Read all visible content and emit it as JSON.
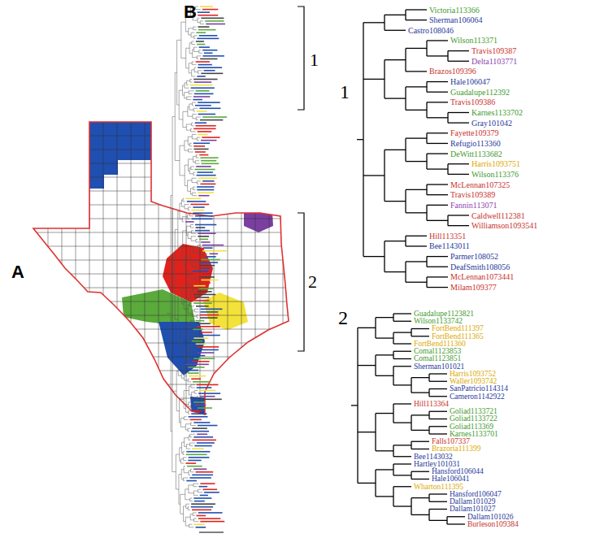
{
  "diagram": {
    "labels": [
      "A",
      "B",
      "1",
      "2",
      "1",
      "2",
      "Victoria113366",
      "Sherman106064",
      "Castro108046",
      "Wilson113371",
      "Travis109387",
      "Delta1103771",
      "Brazos109396",
      "Hale106047",
      "Guadalupe112392",
      "Travis109386",
      "Karnes1133702",
      "Gray101042",
      "Fayette109379",
      "Refugio113360",
      "DeWitt1133682",
      "Harris1093751",
      "Wilson113376",
      "McLennan107325",
      "Travis109389",
      "Fannin113071",
      "Caldwell112381",
      "Williamson1093541",
      "Hill113351",
      "Bee1143011",
      "Parmer108052",
      "DeafSmith108056",
      "McLennan1073441",
      "Milam109377",
      "Guadalupe1123821",
      "Wilson1133742",
      "FortBend111397",
      "FortBend111365",
      "FortBend111360",
      "Comal1123853",
      "Comal1123851",
      "Sherman101021",
      "Harris1093752",
      "Waller1093742",
      "SanPatricio114314",
      "Cameron1142922",
      "Hill113364",
      "Goliad1133721",
      "Goliad1133722",
      "Goliad113369",
      "Karnes1133701",
      "Falls107337",
      "Brazoria111399",
      "Bee1143032",
      "Hartley101031",
      "Hansford106044",
      "Hale106041",
      "Wharton111395",
      "Hansford106047",
      "Dallam101029",
      "Dallam101027",
      "Dallam101026",
      "Burleson109384"
    ]
  }
}
